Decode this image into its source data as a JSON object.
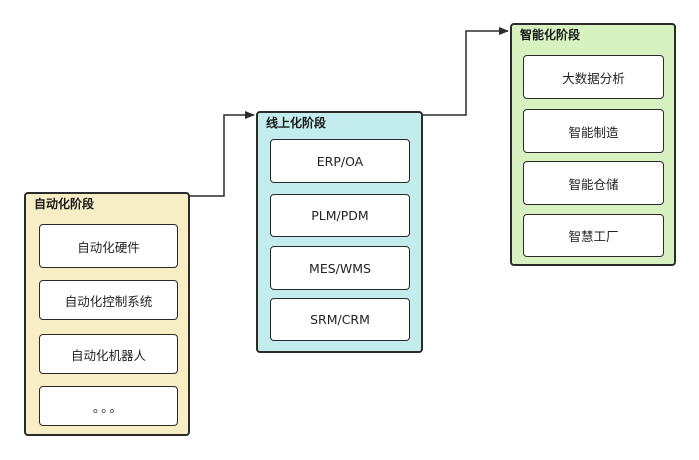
{
  "stages": [
    {
      "title": "自动化阶段",
      "items": [
        "自动化硬件",
        "自动化控制系统",
        "自动化机器人",
        "。。。"
      ]
    },
    {
      "title": "线上化阶段",
      "items": [
        "ERP/OA",
        "PLM/PDM",
        "MES/WMS",
        "SRM/CRM"
      ]
    },
    {
      "title": "智能化阶段",
      "items": [
        "大数据分析",
        "智能制造",
        "智能仓储",
        "智慧工厂"
      ]
    }
  ],
  "colors": {
    "stage1_fill": "#f7eec5",
    "stage2_fill": "#c3ecec",
    "stage3_fill": "#d7f1c0",
    "border": "#2b2b2b"
  }
}
